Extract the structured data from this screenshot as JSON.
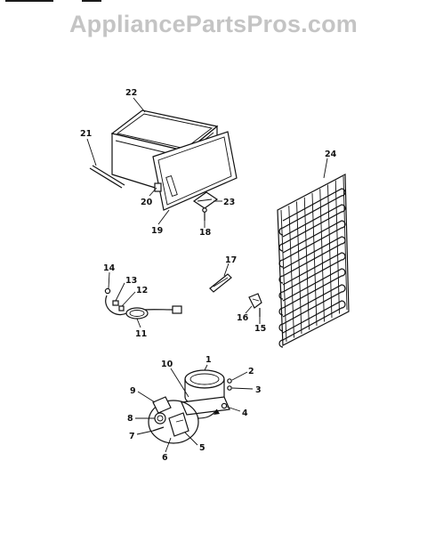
{
  "header": {
    "watermark": "AppliancePartsPros.com"
  },
  "parts": [
    {
      "number": "1"
    },
    {
      "number": "2"
    },
    {
      "number": "3"
    },
    {
      "number": "4"
    },
    {
      "number": "5"
    },
    {
      "number": "6"
    },
    {
      "number": "7"
    },
    {
      "number": "8"
    },
    {
      "number": "9"
    },
    {
      "number": "10"
    },
    {
      "number": "11"
    },
    {
      "number": "12"
    },
    {
      "number": "13"
    },
    {
      "number": "14"
    },
    {
      "number": "15"
    },
    {
      "number": "16"
    },
    {
      "number": "17"
    },
    {
      "number": "18"
    },
    {
      "number": "19"
    },
    {
      "number": "20"
    },
    {
      "number": "21"
    },
    {
      "number": "22"
    },
    {
      "number": "23"
    },
    {
      "number": "24"
    }
  ]
}
